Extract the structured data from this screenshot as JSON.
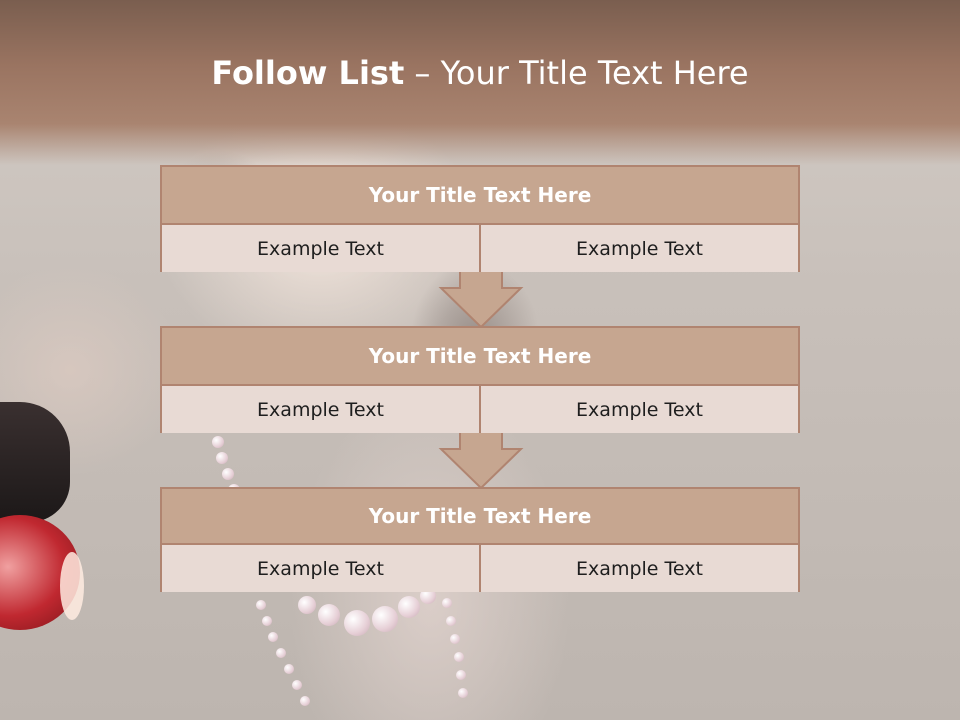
{
  "slide": {
    "title_bold": "Follow List",
    "title_rest": " – Your Title Text Here"
  },
  "steps": [
    {
      "title": "Your Title Text Here",
      "left": "Example Text",
      "right": "Example Text"
    },
    {
      "title": "Your Title Text Here",
      "left": "Example Text",
      "right": "Example Text"
    },
    {
      "title": "Your Title Text Here",
      "left": "Example Text",
      "right": "Example Text"
    }
  ],
  "colors": {
    "header_band": "#a07a66",
    "box_head": "#c6a690",
    "box_cell": "#e8dad4",
    "border": "#b08470"
  }
}
